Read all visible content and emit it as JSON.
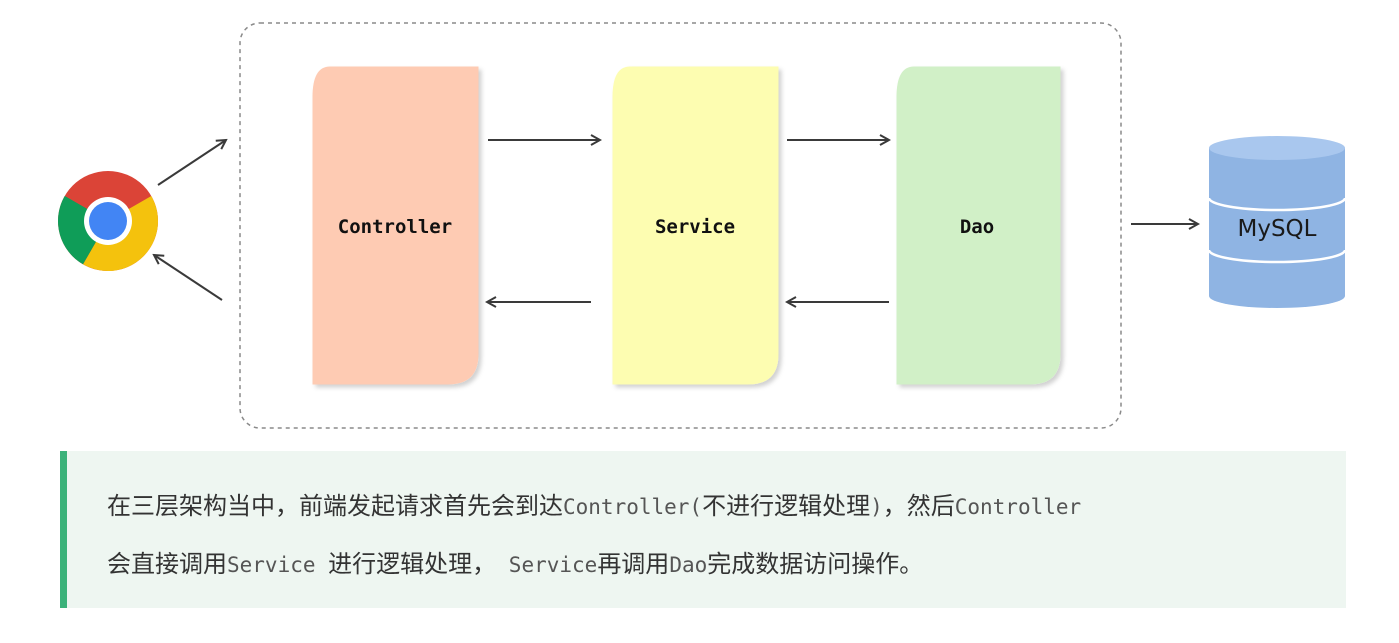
{
  "layers": [
    {
      "name": "Controller",
      "color": "#fecbb3"
    },
    {
      "name": "Service",
      "color": "#fdfdb1"
    },
    {
      "name": "Dao",
      "color": "#d1f0c7"
    }
  ],
  "database": {
    "label": "MySQL",
    "color": "#8fb4e3"
  },
  "client_icon": "chrome-browser-icon",
  "note": {
    "accent": "#3bb27a",
    "line1": [
      {
        "t": "在三层架构当中，前端发起请求首先会到达",
        "mono": false
      },
      {
        "t": "Controller(",
        "mono": true
      },
      {
        "t": "不进行逻辑处理",
        "mono": false
      },
      {
        "t": ")",
        "mono": true
      },
      {
        "t": "，然后",
        "mono": false
      },
      {
        "t": "Controller",
        "mono": true
      }
    ],
    "line2": [
      {
        "t": "会直接调用",
        "mono": false
      },
      {
        "t": "Service ",
        "mono": true
      },
      {
        "t": "进行逻辑处理，",
        "mono": false
      },
      {
        "t": " Service",
        "mono": true
      },
      {
        "t": "再调用",
        "mono": false
      },
      {
        "t": "Dao",
        "mono": true
      },
      {
        "t": "完成数据访问操作。",
        "mono": false
      }
    ]
  }
}
